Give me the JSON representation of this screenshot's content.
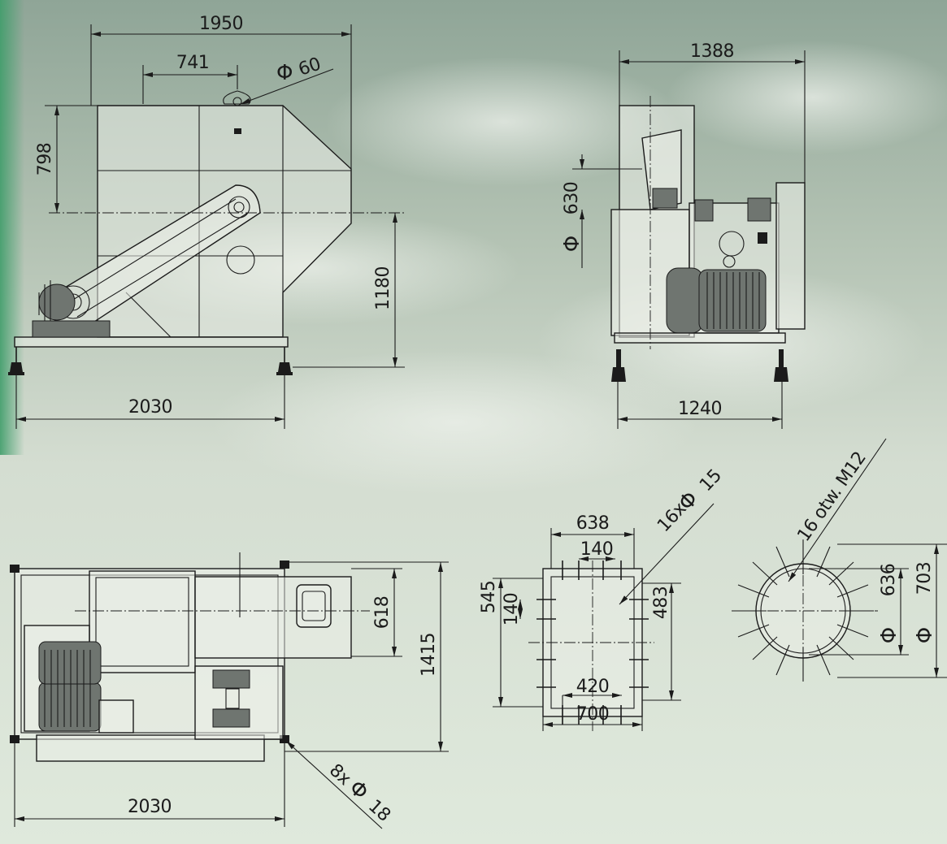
{
  "dimensions": {
    "side_width": "1950",
    "offset_741": "741",
    "hole_phi": "60",
    "height_798": "798",
    "height_1180": "1180",
    "base_side": "2030",
    "width_1388": "1388",
    "outlet_phi": "630",
    "base_front": "1240",
    "top_width": "2030",
    "top_depth": "1415",
    "top_618": "618",
    "feet_holes": "8x",
    "feet_phi": "18",
    "flange_638": "638",
    "flange_140_top": "140",
    "flange_holes": "16x",
    "flange_hole_phi": "15",
    "flange_545": "545",
    "flange_140_side": "140",
    "flange_483": "483",
    "flange_420": "420",
    "flange_700": "700",
    "round_holes": "16 otw. M12",
    "round_636": "636",
    "round_703": "703"
  },
  "phi_symbol": "Φ",
  "background": {
    "top": "#a9b8a9",
    "mid": "#c9d3c6",
    "bottom": "#d9e6d6",
    "accent": "#2e8a5a"
  }
}
